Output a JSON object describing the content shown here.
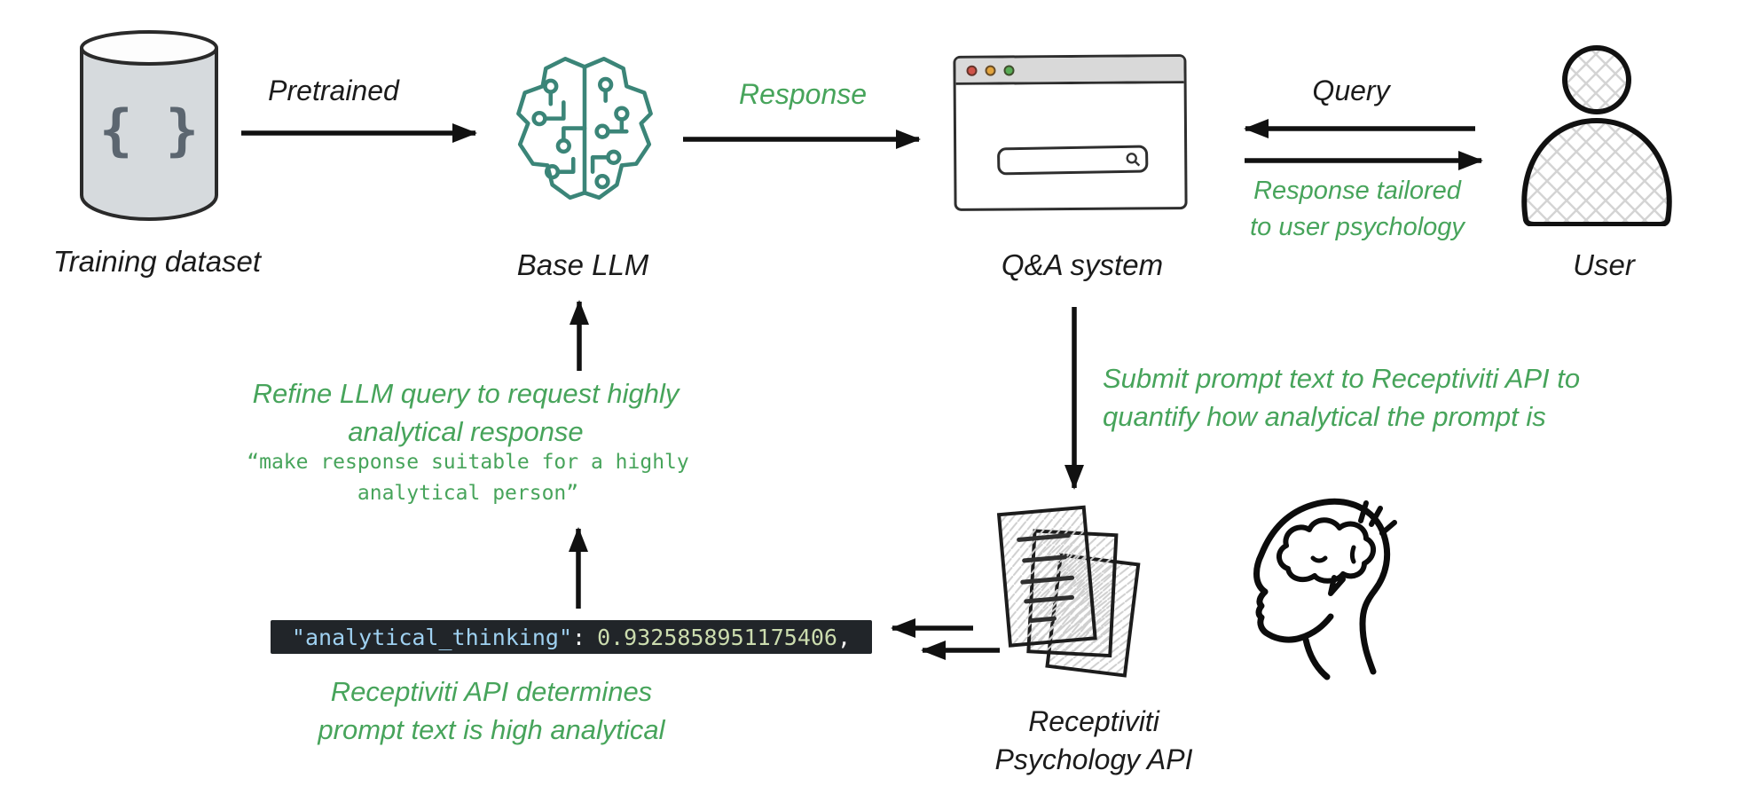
{
  "colors": {
    "green": "#47a45b",
    "teal": "#3b8578",
    "ink": "#1b1b1b",
    "code_bg": "#212529",
    "code_key": "#9fd1f1",
    "code_value": "#cbdcae",
    "code_punct": "#f2f2f2"
  },
  "nodes": {
    "training_dataset": {
      "label": "Training dataset",
      "glyph": "{ }"
    },
    "base_llm": {
      "label": "Base LLM"
    },
    "qa_system": {
      "label": "Q&A system"
    },
    "user": {
      "label": "User"
    },
    "receptiviti": {
      "label": "Receptiviti\nPsychology API"
    }
  },
  "annotations": {
    "pretrained": "Pretrained",
    "response": "Response",
    "query": "Query",
    "response_tailored": "Response tailored\nto user psychology",
    "submit": "Submit prompt text to Receptiviti API to\nquantify how analytical the prompt is",
    "refine_heading": "Refine LLM query to request highly\nanalytical response",
    "refine_quote": "“make response suitable for a highly\nanalytical person”",
    "determines": "Receptiviti API determines\nprompt text is high analytical"
  },
  "code_snippet": {
    "key": "\"analytical_thinking\"",
    "colon": ":",
    "value": "0.9325858951175406",
    "comma": ","
  },
  "icons": [
    "database-cylinder-icon",
    "brain-circuit-icon",
    "browser-window-icon",
    "traffic-light-icon",
    "magnifier-icon",
    "user-silhouette-icon",
    "documents-stack-icon",
    "head-brain-icon"
  ]
}
